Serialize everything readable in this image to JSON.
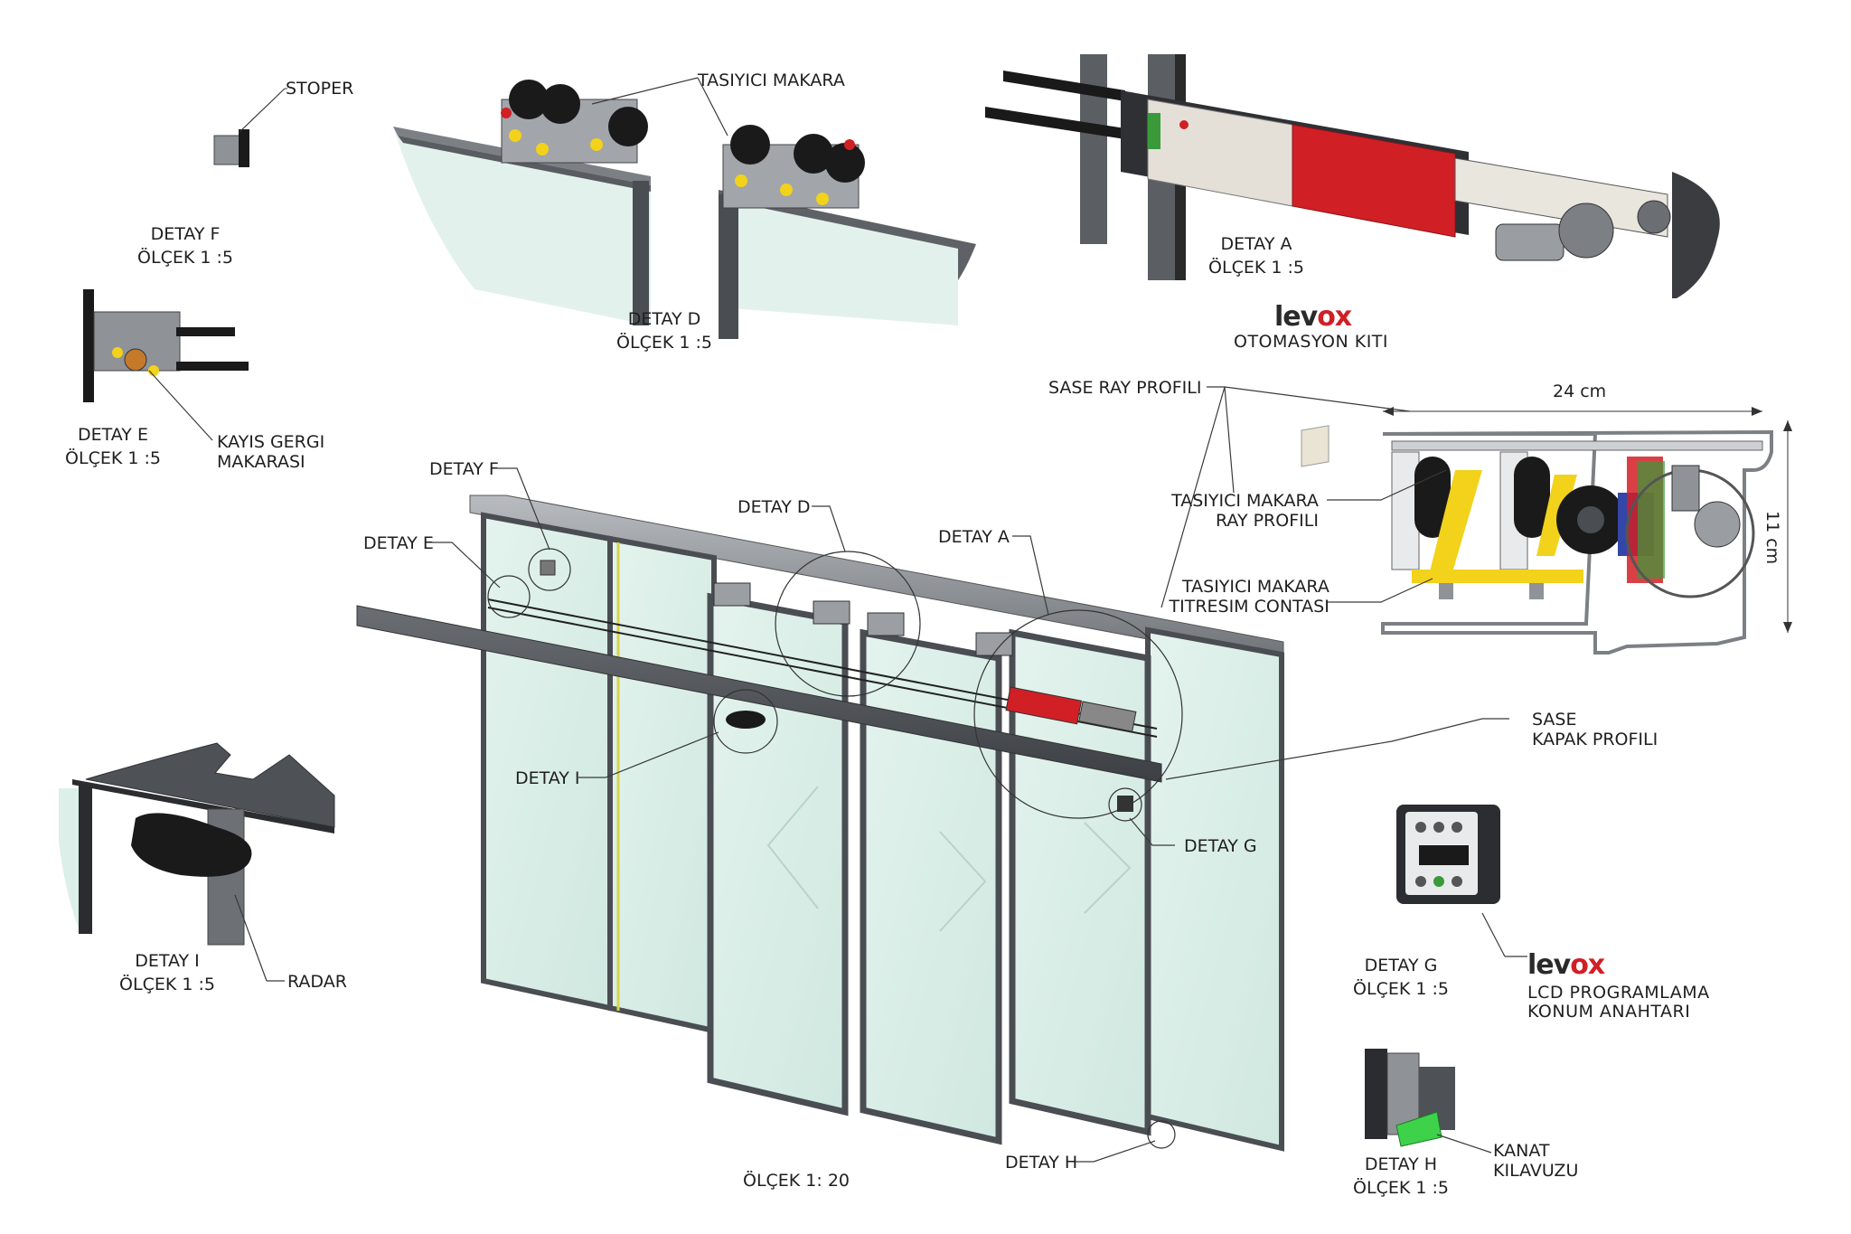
{
  "labels": {
    "stoper": "STOPER",
    "tasiyici_makara": "TASIYICI MAKARA",
    "kayis_gergi_line1": "KAYIS GERGI",
    "kayis_gergi_line2": "MAKARASI",
    "sase_ray_profili": "SASE RAY PROFILI",
    "tasiyici_makara_ray_line1": "TASIYICI MAKARA",
    "tasiyici_makara_ray_line2": "RAY PROFILI",
    "tasiyici_makara_contasi_line1": "TASIYICI MAKARA",
    "tasiyici_makara_contasi_line2": "TITRESIM CONTASI",
    "sase_kapak_line1": "SASE",
    "sase_kapak_line2": "KAPAK PROFILI",
    "radar": "RADAR",
    "kanat_line1": "KANAT",
    "kanat_line2": "KILAVUZU",
    "lcd_line1": "LCD PROGRAMLAMA",
    "lcd_line2": "KONUM ANAHTARI",
    "otomasyon": "OTOMASYON KITI",
    "dim_width": "24 cm",
    "dim_height": "11 cm"
  },
  "callouts": {
    "f": "DETAY F",
    "e": "DETAY E",
    "d": "DETAY D",
    "a": "DETAY A",
    "i": "DETAY I",
    "g": "DETAY G",
    "h": "DETAY H"
  },
  "captions": {
    "f": {
      "title": "DETAY F",
      "scale": "ÖLÇEK 1 :5"
    },
    "d": {
      "title": "DETAY D",
      "scale": "ÖLÇEK 1 :5"
    },
    "a": {
      "title": "DETAY  A",
      "scale": "ÖLÇEK 1 :5"
    },
    "e": {
      "title": "DETAY E",
      "scale": "ÖLÇEK 1 :5"
    },
    "i": {
      "title": "DETAY I",
      "scale": "ÖLÇEK 1 :5"
    },
    "g": {
      "title": "DETAY  G",
      "scale": "ÖLÇEK 1 :5"
    },
    "h": {
      "title": "DETAY H",
      "scale": "ÖLÇEK 1 :5"
    },
    "main_scale": "ÖLÇEK  1: 20"
  },
  "brand": {
    "name_main": "lev",
    "name_accent": "ox"
  },
  "colors": {
    "glass": "#dcefe9",
    "frame": "#4a4d52",
    "rail": "#8e9297",
    "accent_red": "#d11f26",
    "hardware_yellow": "#f2d21b",
    "leader": "#3a3a3a"
  }
}
